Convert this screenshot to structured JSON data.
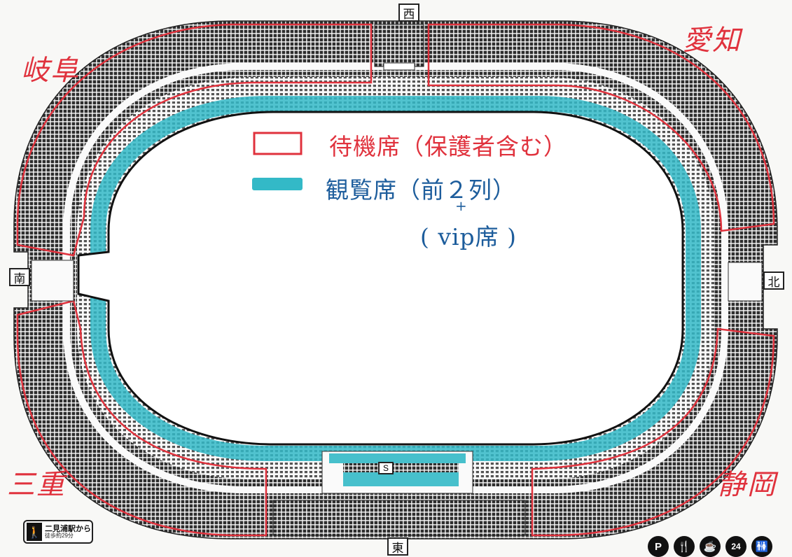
{
  "directions": {
    "west": "西",
    "east": "東",
    "south": "南",
    "north": "北"
  },
  "prefectures": {
    "top_left": "岐阜",
    "top_right": "愛知",
    "bottom_left": "三重",
    "bottom_right": "静岡"
  },
  "legend": {
    "waiting_label": "待機席（保護者含む）",
    "viewing_label": "観覧席（前２列）",
    "plus": "+",
    "vip_label": "( vip席 )"
  },
  "colors": {
    "waiting": "#e0323d",
    "viewing": "#33b9c7",
    "seat": "#3a3a3a",
    "track": "#111111"
  },
  "access": {
    "station": "二見浦駅から",
    "walk": "徒歩約29分"
  },
  "facility_icons": [
    "P",
    "🍴",
    "☕",
    "24",
    "🚻"
  ],
  "vip_sign": "S"
}
